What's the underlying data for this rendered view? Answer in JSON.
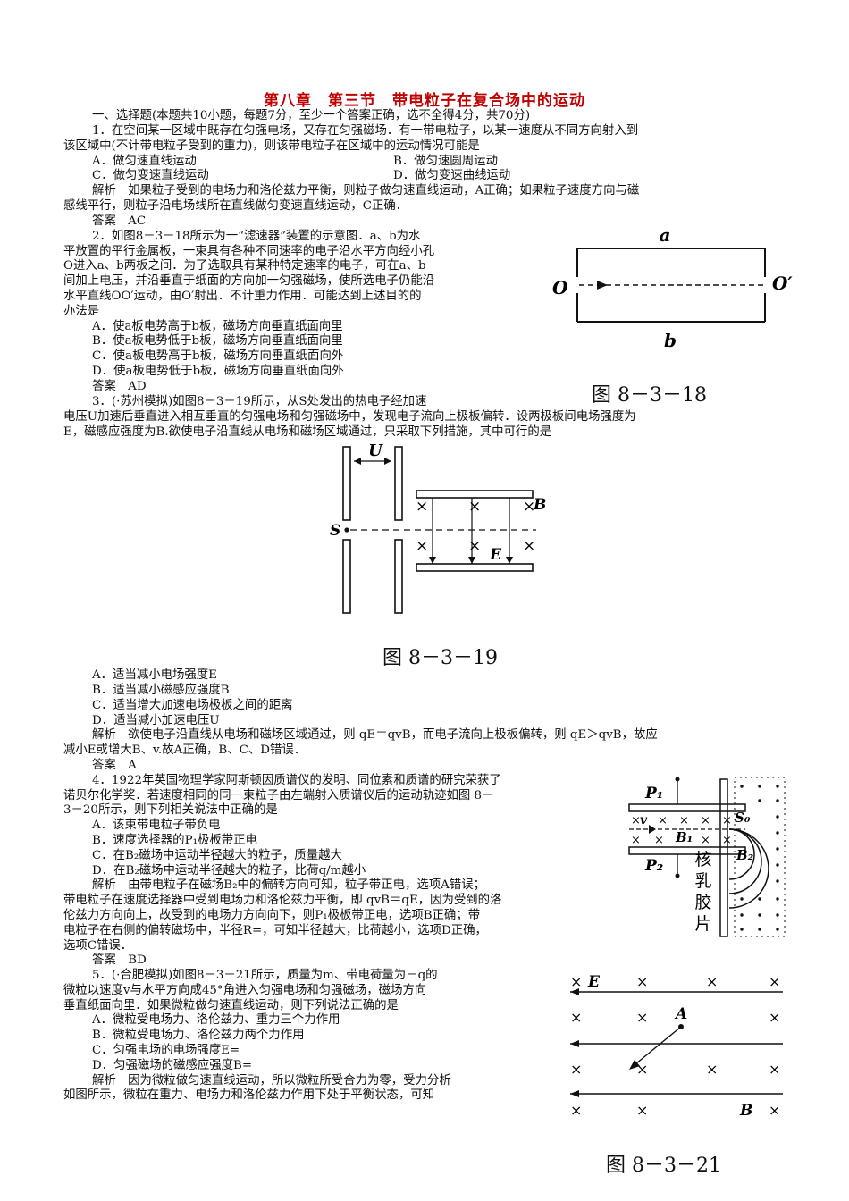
{
  "title": "第八章　第三节　带电粒子在复合场中的运动",
  "intro": "一、选择题(本题共10小题，每题7分，至少一个答案正确，选不全得4分，共70分)",
  "q1": {
    "stem": [
      "1．在空间某一区域中既存在匀强电场，又存在匀强磁场．有一带电粒子，以某一速度从不同方向射入到",
      "该区域中(不计带电粒子受到的重力)，则该带电粒子在区域中的运动情况可能是"
    ],
    "options": [
      "A．做匀速直线运动",
      "B．做匀速圆周运动",
      "C．做匀变速直线运动",
      "D．做匀变速曲线运动"
    ],
    "analysis": [
      "解析　如果粒子受到的电场力和洛伦兹力平衡，则粒子做匀速直线运动，A正确；如果粒子速度方向与磁",
      "感线平行，则粒子沿电场线所在直线做匀变速直线运动，C正确．"
    ],
    "answer": "答案　AC"
  },
  "q2": {
    "stem": [
      "2．如图8－3－18所示为一“滤速器”装置的示意图．a、b为水",
      "平放置的平行金属板，一束具有各种不同速率的电子沿水平方向经小孔",
      "O进入a、b两板之间．为了选取具有某种特定速率的电子，可在a、b",
      "间加上电压，并沿垂直于纸面的方向加一匀强磁场，使所选电子仍能沿",
      "水平直线OO′运动，由O′射出．不计重力作用．可能达到上述目的的",
      "办法是"
    ],
    "options": [
      "A．使a板电势高于b板，磁场方向垂直纸面向里",
      "B．使a板电势低于b板，磁场方向垂直纸面向里",
      "C．使a板电势高于b板，磁场方向垂直纸面向外",
      "D．使a板电势低于b板，磁场方向垂直纸面向外"
    ],
    "answer": "答案　AD",
    "figure": {
      "caption": "图 8－3－18",
      "label_a": "a",
      "label_b": "b",
      "label_o": "O",
      "label_o2": "O′"
    }
  },
  "q3": {
    "stem": [
      "3．(·苏州模拟)如图8－3－19所示，从S处发出的热电子经加速",
      "电压U加速后垂直进入相互垂直的匀强电场和匀强磁场中，发现电子流向上极板偏转．设两极板间电场强度为",
      "E，磁感应强度为B.欲使电子沿直线从电场和磁场区域通过，只采取下列措施，其中可行的是"
    ],
    "figure": {
      "caption": "图 8－3－19",
      "label_u": "U",
      "label_b": "B",
      "label_s": "S",
      "label_e": "E",
      "cross": "×"
    },
    "options": [
      "A．适当减小电场强度E",
      "B．适当减小磁感应强度B",
      "C．适当增大加速电场极板之间的距离",
      "D．适当减小加速电压U"
    ],
    "analysis": [
      "解析　欲使电子沿直线从电场和磁场区域通过，则 qE＝qvB，而电子流向上极板偏转，则 qE＞qvB，故应",
      "减小E或增大B、v.故A正确，B、C、D错误．"
    ],
    "answer": "答案　A"
  },
  "q4": {
    "stem": [
      "4．1922年英国物理学家阿斯顿因质谱仪的发明、同位素和质谱的研究荣获了",
      "诺贝尔化学奖．若速度相同的同一束粒子由左端射入质谱仪后的运动轨迹如图 8－",
      "3－20所示，则下列相关说法中正确的是"
    ],
    "options": [
      "A．该束带电粒子带负电",
      "B．速度选择器的P₁极板带正电",
      "C．在B₂磁场中运动半径越大的粒子，质量越大",
      "D．在B₂磁场中运动半径越大的粒子，比荷q/m越小"
    ],
    "analysis": [
      "解析　由带电粒子在磁场B₂中的偏转方向可知，粒子带正电，选项A错误；",
      "带电粒子在速度选择器中受到电场力和洛伦兹力平衡，即 qvB＝qE，因为受到的洛",
      "伦兹力方向向上，故受到的电场力方向向下，则P₁极板带正电，选项B正确；带",
      "电粒子在右侧的偏转磁场中，半径R=，可知半径越大，比荷越小，选项D正确，",
      "选项C错误．"
    ],
    "answer": "答案　BD",
    "figure": {
      "p1": "P₁",
      "p2": "P₂",
      "v": "v",
      "b1": "B₁",
      "s0": "S₀",
      "b2": "B₂",
      "film": [
        "核",
        "乳",
        "胶",
        "片"
      ]
    }
  },
  "q5": {
    "stem": [
      "5．(·合肥模拟)如图8－3－21所示，质量为m、带电荷量为－q的",
      "微粒以速度v与水平方向成45°角进入匀强电场和匀强磁场，磁场方向",
      "垂直纸面向里．如果微粒做匀速直线运动，则下列说法正确的是"
    ],
    "options": [
      "A．微粒受电场力、洛伦兹力、重力三个力作用",
      "B．微粒受电场力、洛伦兹力两个力作用",
      "C．匀强电场的电场强度E=",
      "D．匀强磁场的磁感应强度B="
    ],
    "analysis": [
      "解析　因为微粒做匀速直线运动，所以微粒所受合力为零，受力分析",
      "如图所示，微粒在重力、电场力和洛伦兹力作用下处于平衡状态，可知"
    ],
    "figure": {
      "caption": "图 8－3－21",
      "label_e": "E",
      "label_a": "A",
      "label_b": "B",
      "cross": "×"
    }
  }
}
